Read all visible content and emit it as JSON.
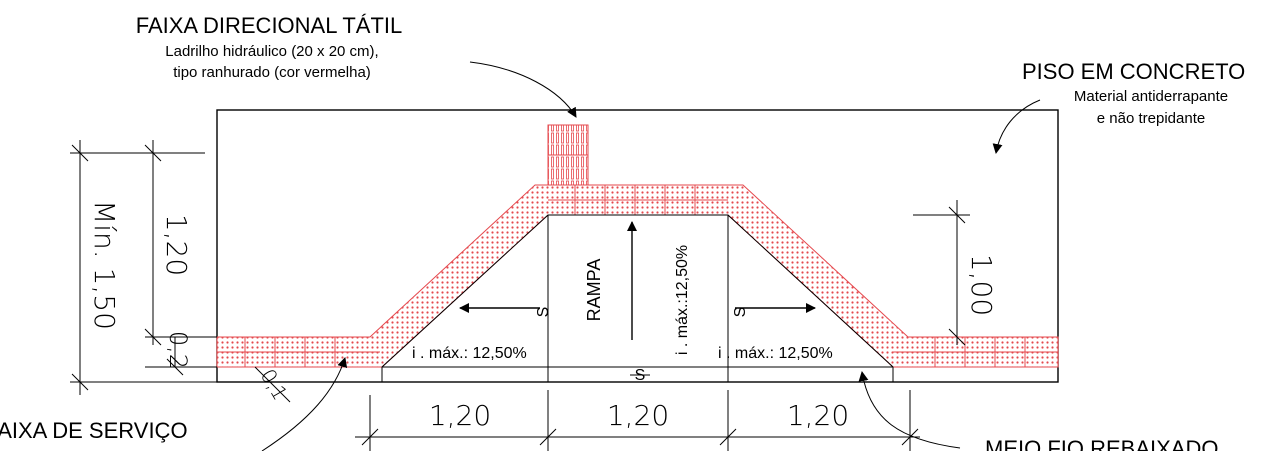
{
  "labels": {
    "faixa_tatil_title": "FAIXA DIRECIONAL TÁTIL",
    "faixa_tatil_line1": "Ladrilho hidráulico  (20 x 20 cm),",
    "faixa_tatil_line2": "tipo ranhurado (cor vermelha)",
    "piso_title": "PISO EM CONCRETO",
    "piso_line1": "Material antiderrapante",
    "piso_line2": "e não trepidante",
    "faixa_servico": "FAIXA DE SERVIÇO",
    "meio_fio": "MEIO FIO REBAIXADO",
    "rampa": "RAMPA",
    "slope_center": "i . máx.:12,50%",
    "slope_left": "i . máx.: 12,50%",
    "slope_right": "i . máx.: 12,50%",
    "s_left": "S",
    "s_right": "S",
    "s_bottom": "S"
  },
  "dimensions": {
    "min_150": "Mín. 1,50",
    "d_120_vertical": "1,20",
    "d_02": "0,2",
    "d_01": "0,1",
    "d_100": "1,00",
    "d_120_left": "1,20",
    "d_120_center": "1,20",
    "d_120_right": "1,20"
  },
  "colors": {
    "tactile_red": "#e5484d",
    "line": "#000000"
  }
}
